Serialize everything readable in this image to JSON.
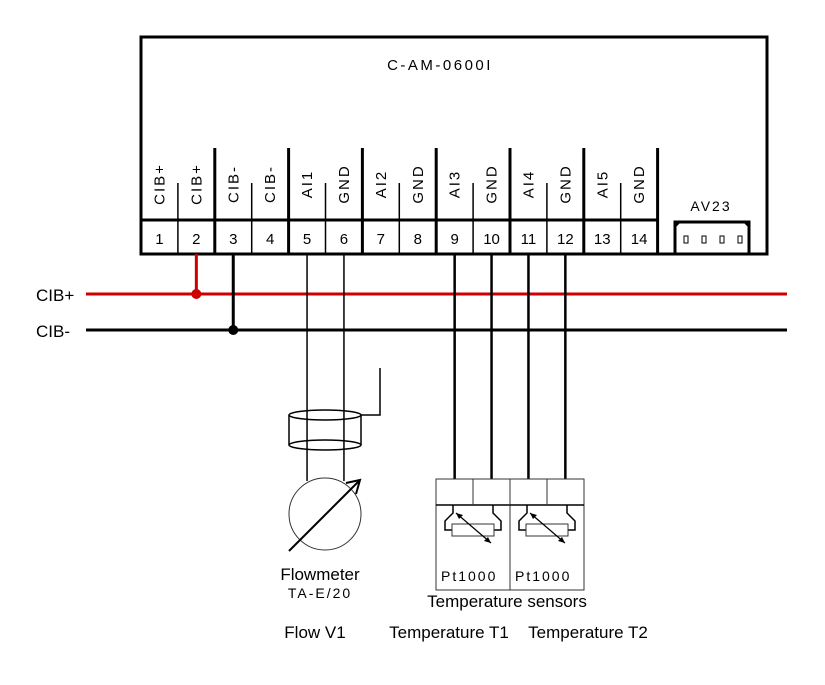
{
  "module": {
    "title": "C-AM-0600I",
    "connector": {
      "label": "AV23",
      "pins": 4
    }
  },
  "terminals": [
    {
      "number": "1",
      "label": "CIB+"
    },
    {
      "number": "2",
      "label": "CIB+"
    },
    {
      "number": "3",
      "label": "CIB-"
    },
    {
      "number": "4",
      "label": "CIB-"
    },
    {
      "number": "5",
      "label": "AI1"
    },
    {
      "number": "6",
      "label": "GND"
    },
    {
      "number": "7",
      "label": "AI2"
    },
    {
      "number": "8",
      "label": "GND"
    },
    {
      "number": "9",
      "label": "AI3"
    },
    {
      "number": "10",
      "label": "GND"
    },
    {
      "number": "11",
      "label": "AI4"
    },
    {
      "number": "12",
      "label": "GND"
    },
    {
      "number": "13",
      "label": "AI5"
    },
    {
      "number": "14",
      "label": "GND"
    }
  ],
  "bus": {
    "plus": {
      "label": "CIB+",
      "color": "#cc0000",
      "connected_terminal": "2"
    },
    "minus": {
      "label": "CIB-",
      "color": "#000000",
      "connected_terminal": "3"
    }
  },
  "devices": {
    "flowmeter": {
      "name": "Flowmeter",
      "model": "TA-E/20",
      "caption": "Flow V1",
      "terminals": [
        "5",
        "6"
      ]
    },
    "temperature_sensors": {
      "group_label": "Temperature sensors",
      "sensors": [
        {
          "type": "Pt1000",
          "caption": "Temperature T1",
          "terminals": [
            "9",
            "10"
          ]
        },
        {
          "type": "Pt1000",
          "caption": "Temperature T2",
          "terminals": [
            "11",
            "12"
          ]
        }
      ]
    }
  }
}
